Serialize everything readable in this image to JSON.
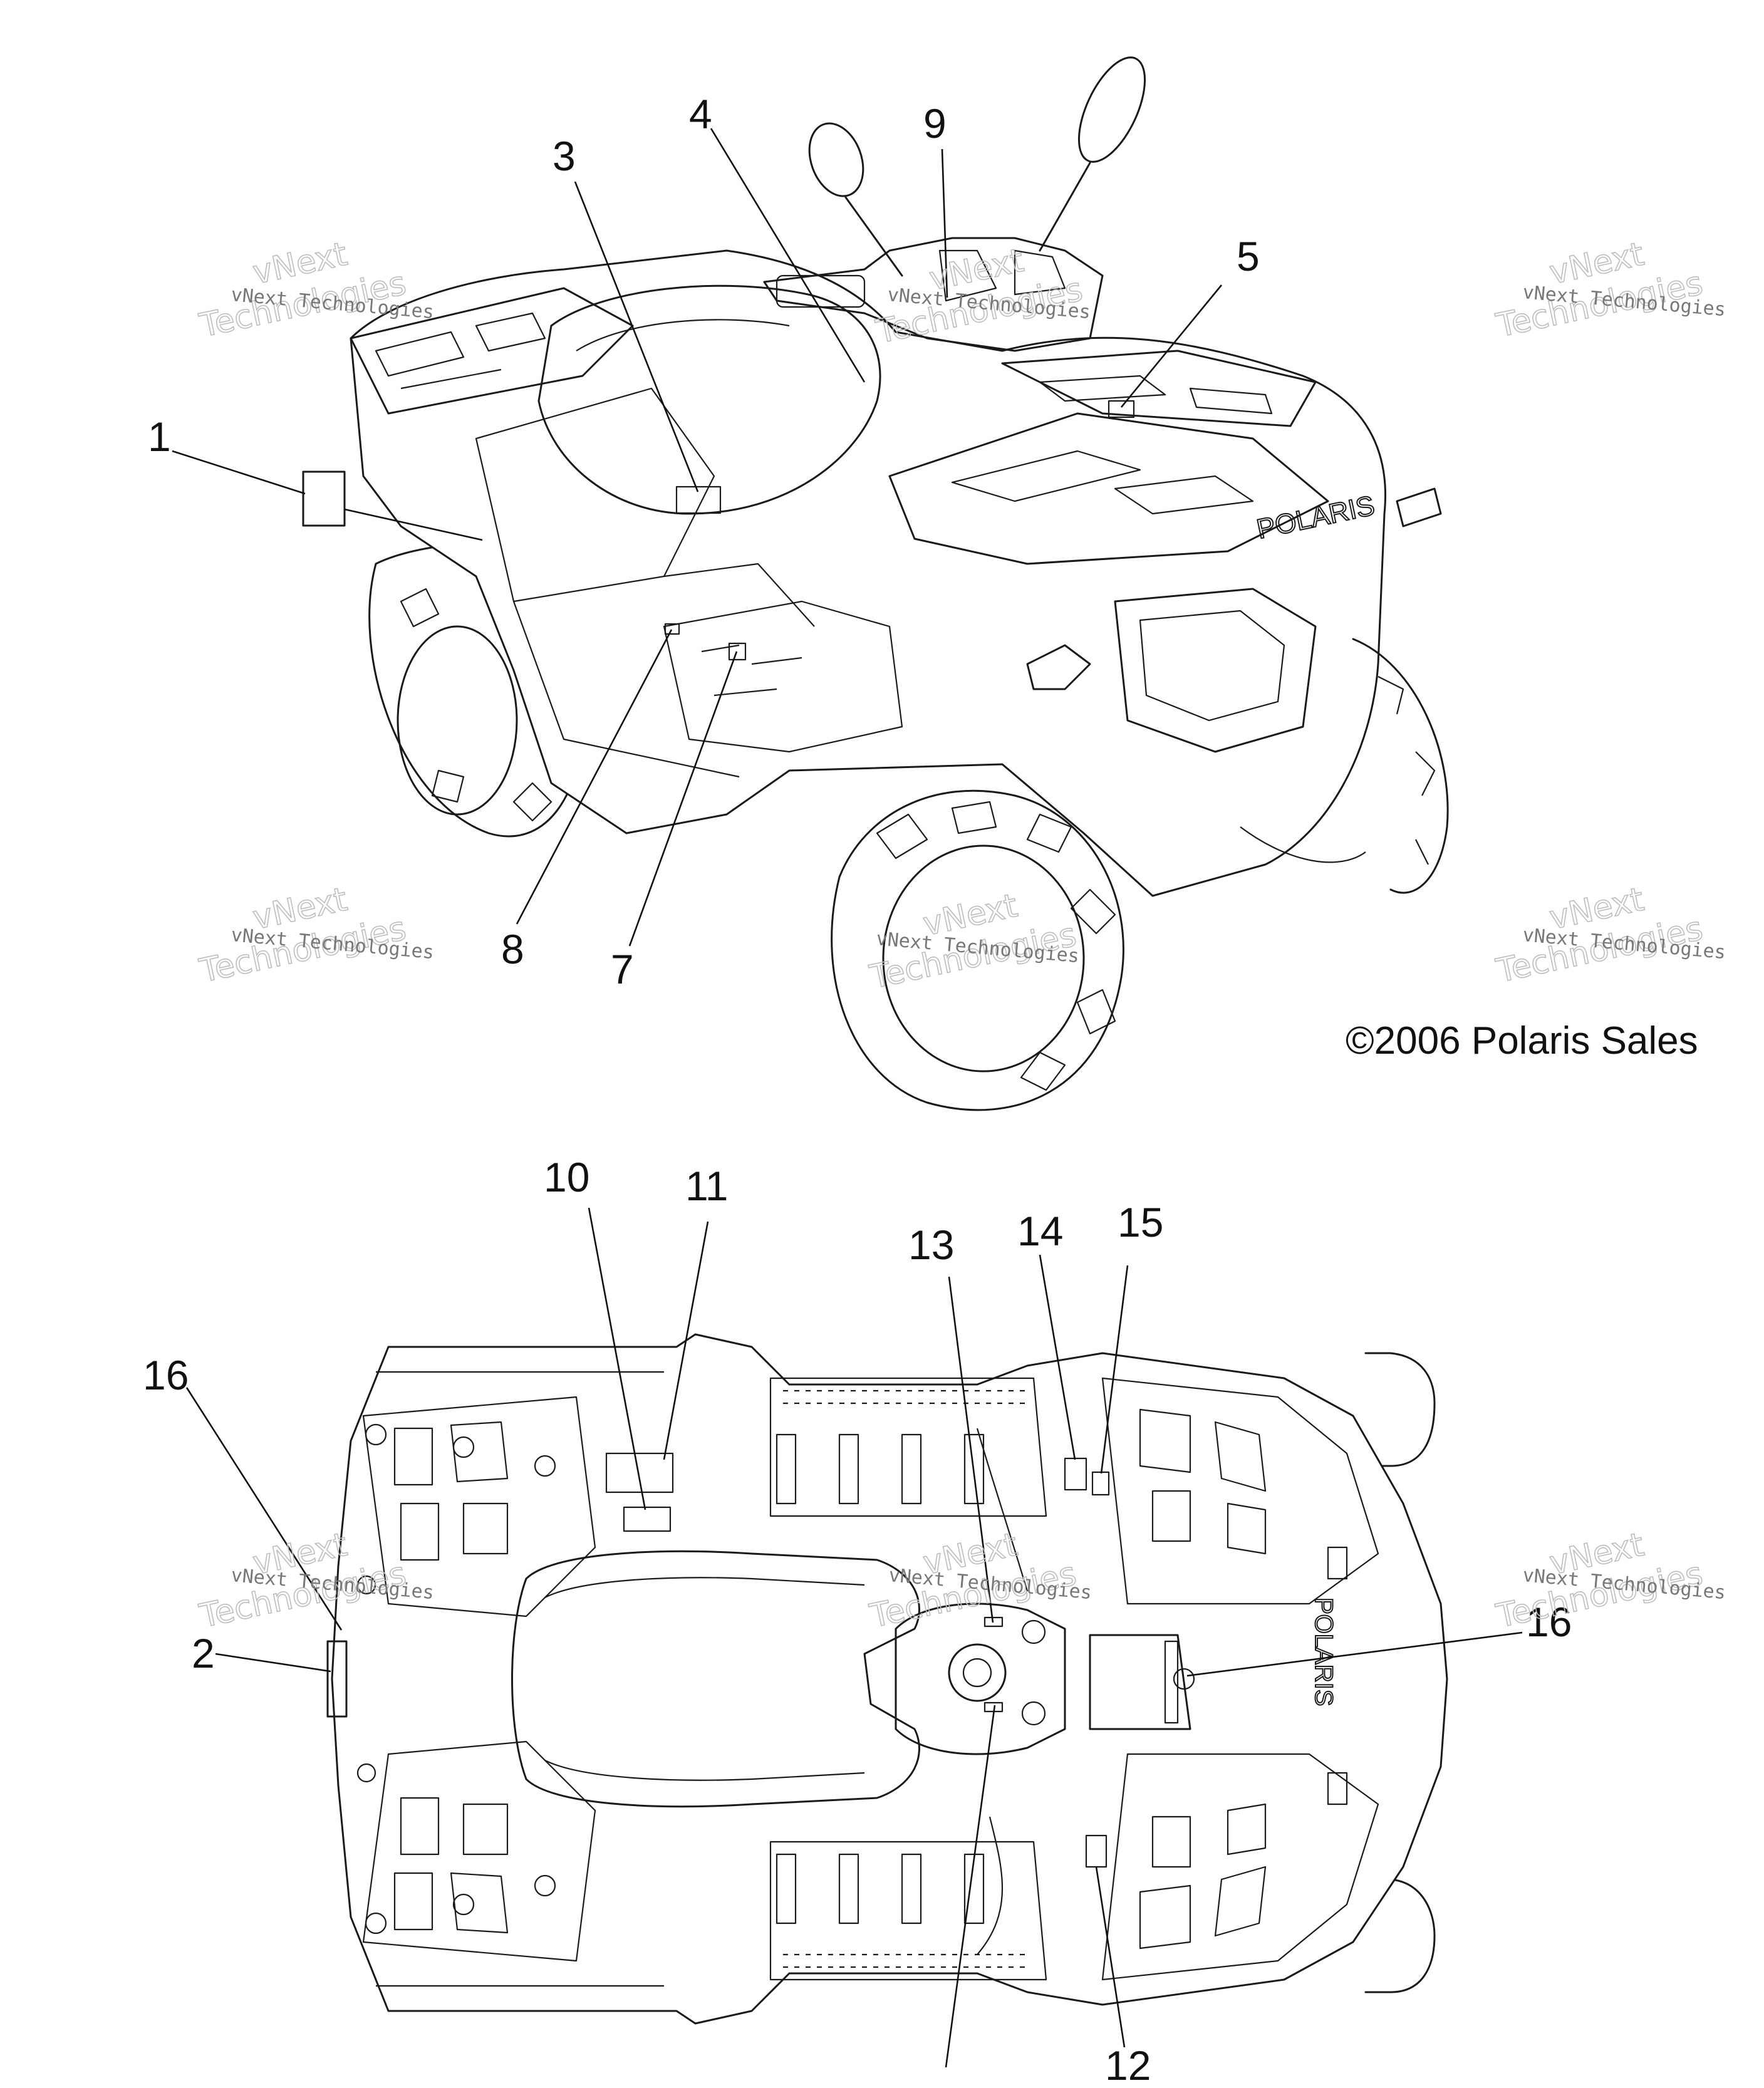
{
  "copyright": "©2006 Polaris Sales",
  "watermark": {
    "line1": "vNext Technologies",
    "brand_top": "vNext",
    "brand_bottom": "Technologies"
  },
  "callouts": {
    "n1": "1",
    "n2": "2",
    "n3": "3",
    "n4": "4",
    "n5": "5",
    "n7": "7",
    "n8": "8",
    "n9": "9",
    "n10": "10",
    "n11": "11",
    "n12": "12",
    "n13": "13",
    "n14": "14",
    "n15": "15",
    "n16_left": "16",
    "n16_right": "16"
  },
  "vehicle_text": {
    "side_brand": "POLARIS",
    "top_brand": "POLARIS"
  }
}
